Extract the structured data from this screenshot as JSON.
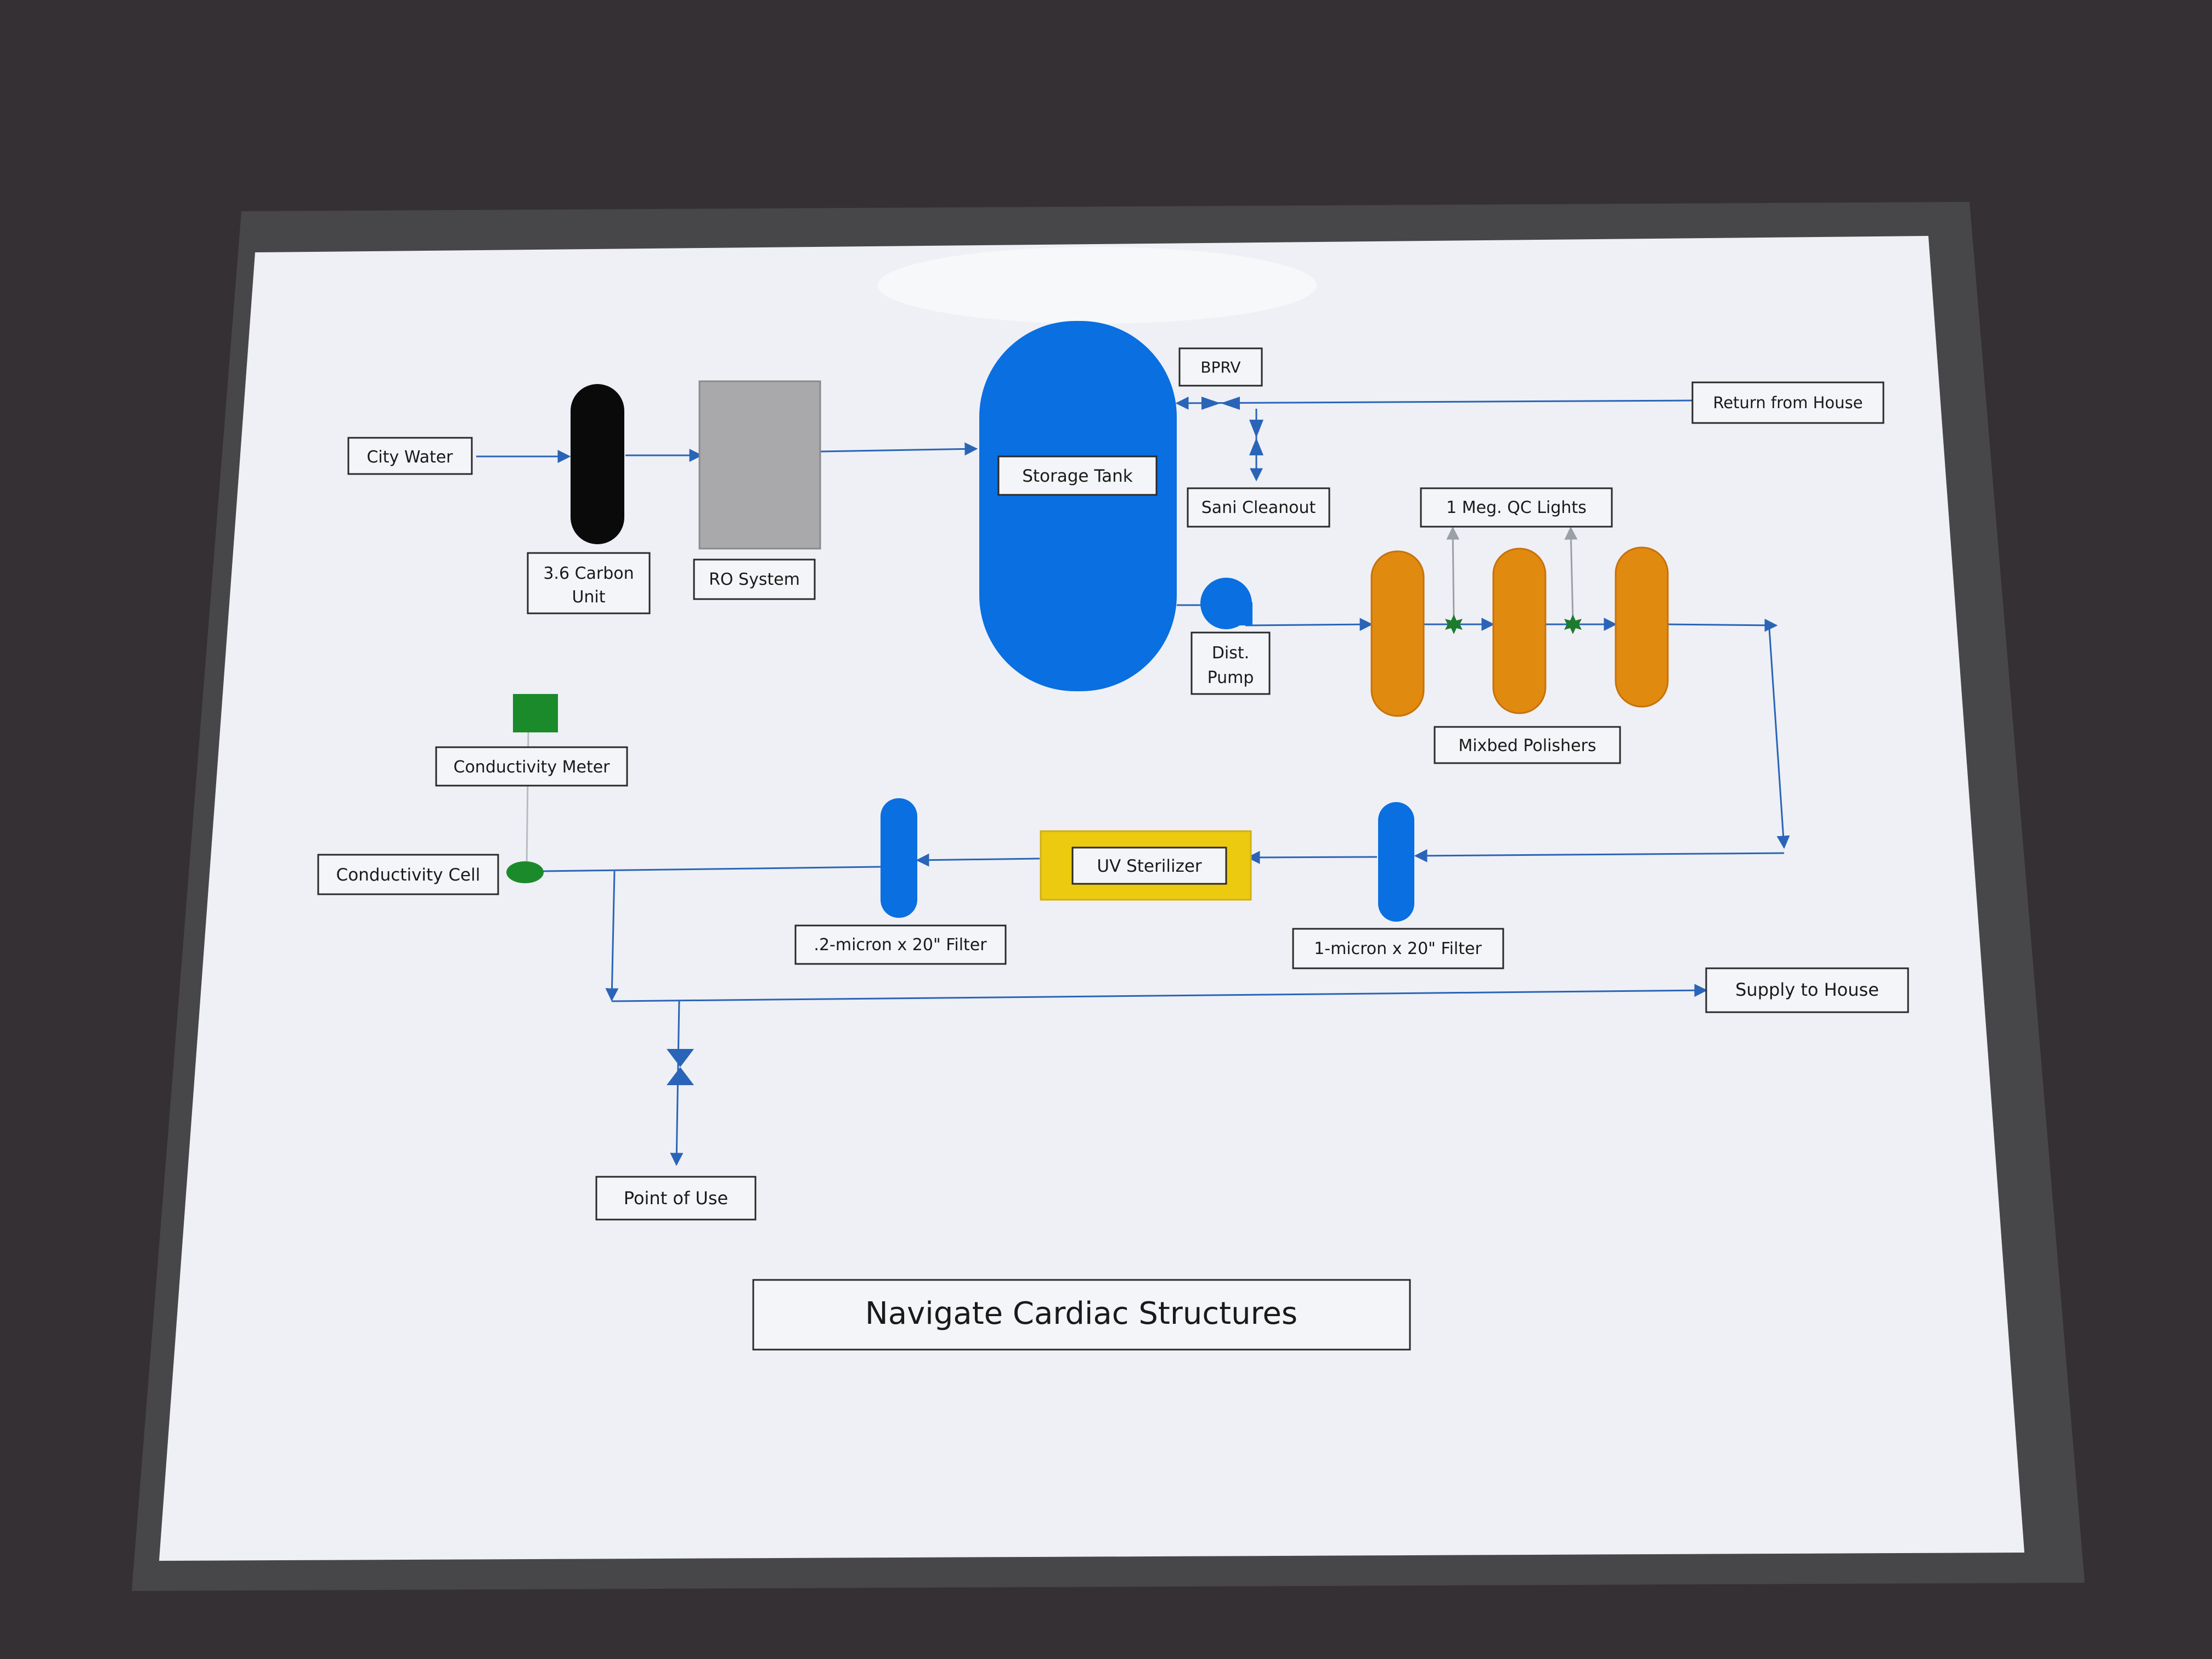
{
  "diagram": {
    "title": "Navigate Cardiac Structures",
    "labels": {
      "city_water": "City Water",
      "carbon_unit_line1": "3.6 Carbon",
      "carbon_unit_line2": "Unit",
      "ro_system": "RO System",
      "storage_tank": "Storage Tank",
      "bprv": "BPRV",
      "return_from_house": "Return from House",
      "sani_cleanout": "Sani Cleanout",
      "qc_lights": "1 Meg. QC Lights",
      "dist_pump_line1": "Dist.",
      "dist_pump_line2": "Pump",
      "mixbed_polishers": "Mixbed Polishers",
      "conductivity_meter": "Conductivity Meter",
      "conductivity_cell": "Conductivity Cell",
      "uv_sterilizer": "UV Sterilizer",
      "filter_02_micron": ".2-micron x 20\" Filter",
      "filter_1_micron": "1-micron x 20\" Filter",
      "supply_to_house": "Supply to House",
      "point_of_use": "Point of Use"
    }
  },
  "colors": {
    "background": "#353033",
    "paper": "#eef0f5",
    "pipe": "#2a64b8",
    "tank_blue": "#0a6fe0",
    "carbon_black": "#0a0a0a",
    "ro_gray": "#a9a9ab",
    "polisher_orange": "#e08a10",
    "uv_yellow": "#ecca10",
    "meter_green": "#1a8a2a",
    "qc_light_green": "#1e7a2e"
  }
}
